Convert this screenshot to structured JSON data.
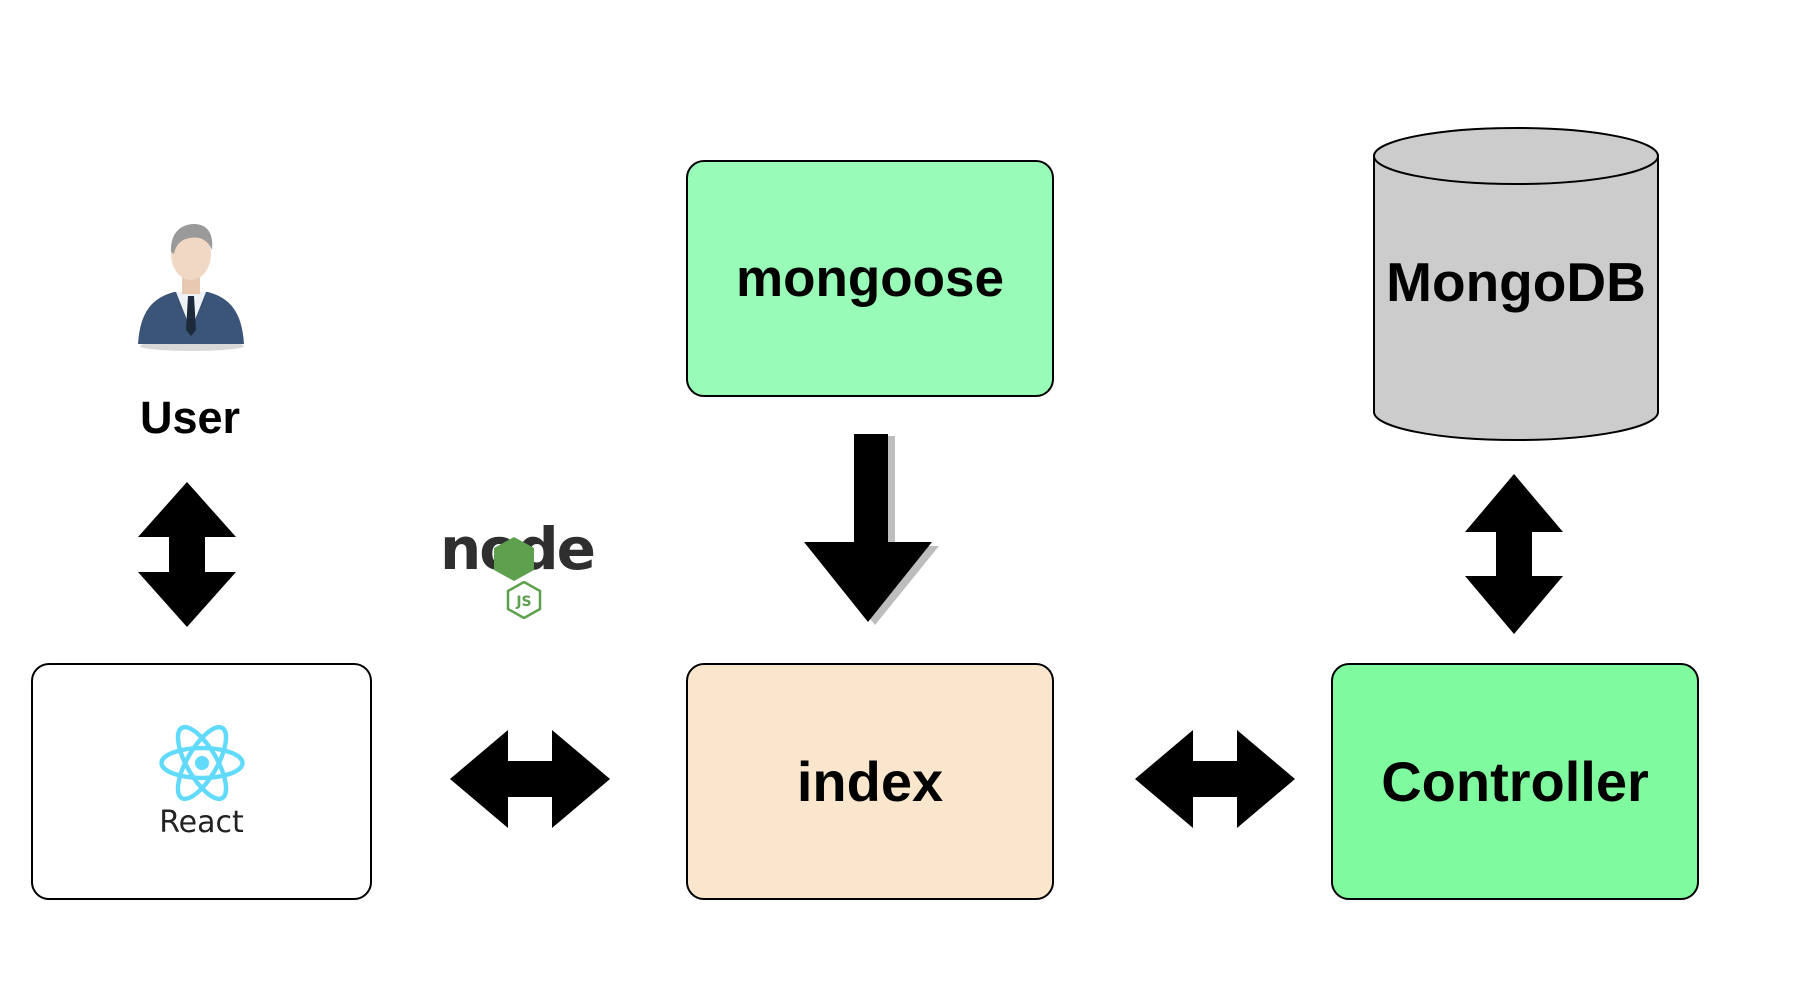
{
  "nodes": {
    "user": {
      "label": "User"
    },
    "react": {
      "label": "React"
    },
    "mongoose": {
      "label": "mongoose",
      "color": "#98fbb8"
    },
    "index": {
      "label": "index",
      "color": "#fae6cd"
    },
    "controller": {
      "label": "Controller",
      "color": "#80fa9f"
    },
    "mongodb": {
      "label": "MongoDB",
      "color": "#cccccc"
    }
  },
  "logos": {
    "nodejs": {
      "text": "node",
      "badge": "JS",
      "icon": "nodejs-logo"
    },
    "react": {
      "icon": "react-atom-icon",
      "color": "#61dafb"
    },
    "user": {
      "icon": "businessman-icon"
    }
  },
  "edges": [
    {
      "from": "User",
      "to": "React",
      "type": "bidirectional"
    },
    {
      "from": "React",
      "to": "index",
      "type": "bidirectional"
    },
    {
      "from": "mongoose",
      "to": "index",
      "type": "directed"
    },
    {
      "from": "index",
      "to": "Controller",
      "type": "bidirectional"
    },
    {
      "from": "MongoDB",
      "to": "Controller",
      "type": "bidirectional"
    }
  ]
}
